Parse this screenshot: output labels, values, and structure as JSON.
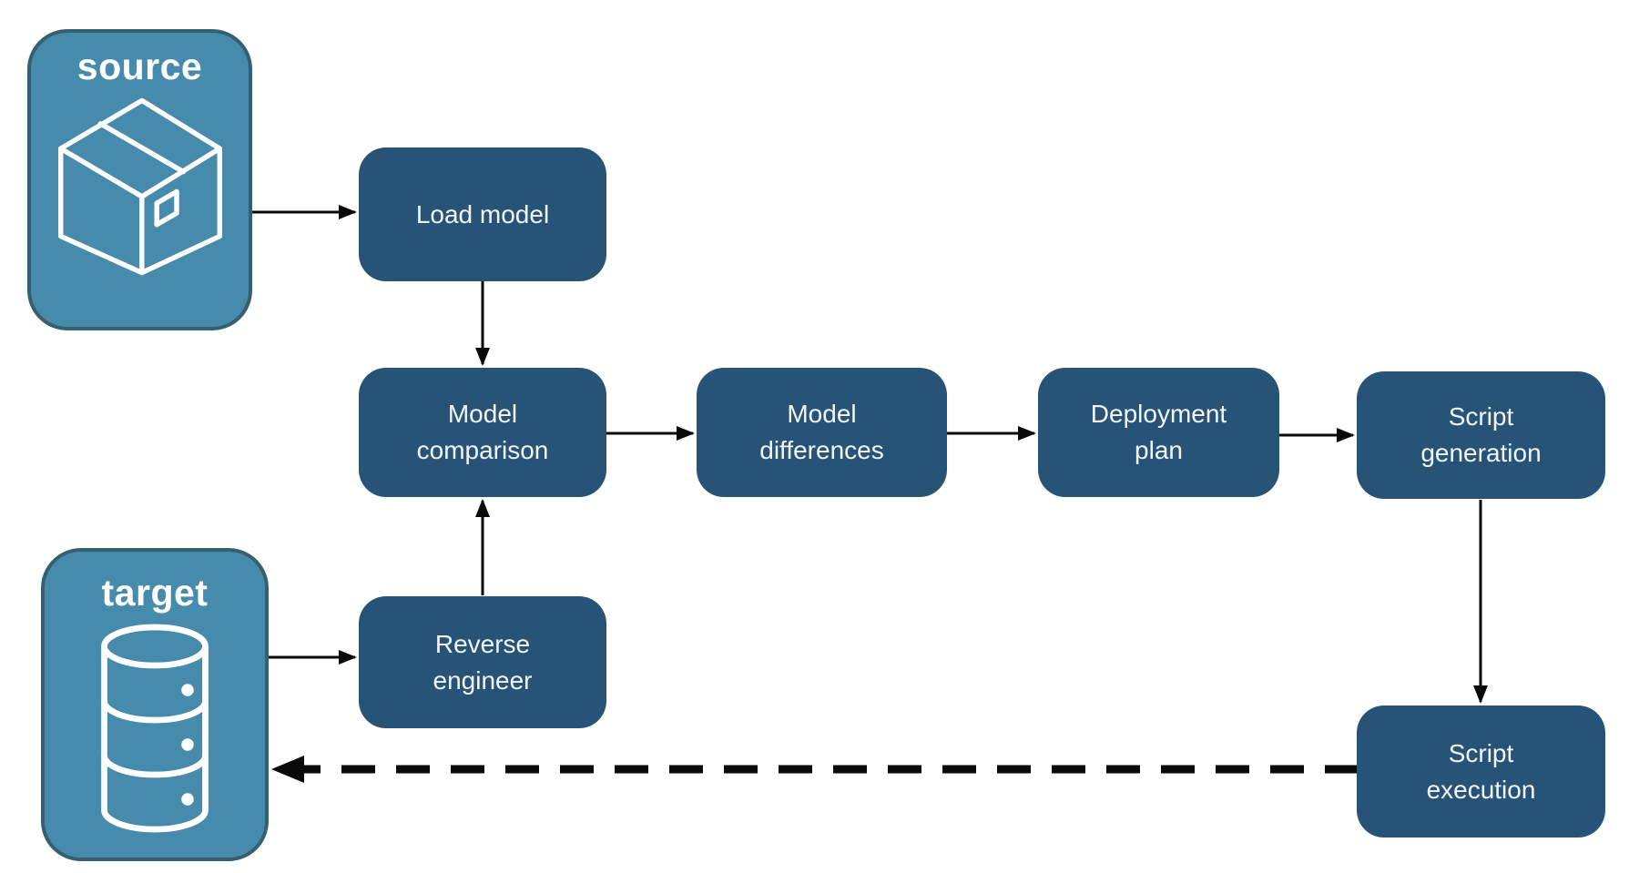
{
  "diagram": {
    "type": "flowchart",
    "background": "#ffffff",
    "nodes": {
      "source": {
        "label": "source",
        "icon": "package-icon",
        "shape": "endpoint"
      },
      "target": {
        "label": "target",
        "icon": "database-icon",
        "shape": "endpoint"
      },
      "load_model": {
        "label": "Load model",
        "shape": "process"
      },
      "model_comparison": {
        "label": "Model\ncomparison",
        "shape": "process"
      },
      "model_differences": {
        "label": "Model\ndifferences",
        "shape": "process"
      },
      "deployment_plan": {
        "label": "Deployment\nplan",
        "shape": "process"
      },
      "script_generation": {
        "label": "Script\ngeneration",
        "shape": "process"
      },
      "script_execution": {
        "label": "Script\nexecution",
        "shape": "process"
      }
    },
    "edges": [
      {
        "from": "source",
        "to": "load_model",
        "style": "solid"
      },
      {
        "from": "load_model",
        "to": "model_comparison",
        "style": "solid"
      },
      {
        "from": "model_comparison",
        "to": "model_differences",
        "style": "solid"
      },
      {
        "from": "model_differences",
        "to": "deployment_plan",
        "style": "solid"
      },
      {
        "from": "deployment_plan",
        "to": "script_generation",
        "style": "solid"
      },
      {
        "from": "script_generation",
        "to": "script_execution",
        "style": "solid"
      },
      {
        "from": "target",
        "to": "reverse_engineer",
        "style": "solid"
      },
      {
        "from": "reverse_engineer",
        "to": "model_comparison",
        "style": "solid"
      },
      {
        "from": "script_execution",
        "to": "target",
        "style": "dashed"
      }
    ]
  },
  "nodes": {
    "source": {
      "label": "source"
    },
    "target": {
      "label": "target"
    },
    "load_model": {
      "label": "Load model"
    },
    "model_comparison": {
      "label": "Model\ncomparison"
    },
    "model_differences": {
      "label": "Model\ndifferences"
    },
    "deployment_plan": {
      "label": "Deployment\nplan"
    },
    "script_generation": {
      "label": "Script\ngeneration"
    },
    "script_execution": {
      "label": "Script\nexecution"
    },
    "reverse_engineer": {
      "label": "Reverse\nengineer"
    }
  },
  "colors": {
    "node_fill": "#275476",
    "node_text": "#f2f5f8",
    "endpoint_fill": "#478bac",
    "endpoint_border": "#35606f",
    "arrow": "#0a0a0a"
  }
}
